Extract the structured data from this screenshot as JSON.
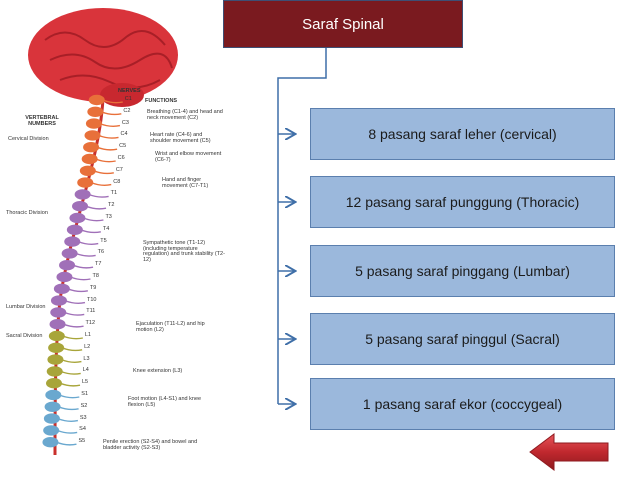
{
  "title": "Saraf Spinal",
  "items": [
    {
      "label": "8 pasang saraf leher (cervical)"
    },
    {
      "label": "12 pasang saraf punggung (Thoracic)"
    },
    {
      "label": "5 pasang saraf pinggang (Lumbar)"
    },
    {
      "label": "5 pasang saraf pinggul (Sacral)"
    },
    {
      "label": "1 pasang saraf ekor (coccygeal)"
    }
  ],
  "figure": {
    "headers": {
      "nerves": "NERVES",
      "functions": "FUNCTIONS",
      "vertebral_numbers": "VERTEBRAL NUMBERS"
    },
    "divisions": {
      "cervical": "Cervical Division",
      "thoracic": "Thoracic Division",
      "lumbar": "Lumbar Division",
      "sacral": "Sacral Division"
    },
    "nerve_labels": [
      "C1",
      "C2",
      "C3",
      "C4",
      "C5",
      "C6",
      "C7",
      "C8",
      "T1",
      "T2",
      "T3",
      "T4",
      "T5",
      "T6",
      "T7",
      "T8",
      "T9",
      "T10",
      "T11",
      "T12",
      "L1",
      "L2",
      "L3",
      "L4",
      "L5",
      "S1",
      "S2",
      "S3",
      "S4",
      "S5"
    ],
    "functions": [
      "Breathing (C1-4) and head and neck movement (C2)",
      "Heart rate (C4-6) and shoulder movement (C5)",
      "Wrist and elbow movement (C6-7)",
      "Hand and finger movement (C7-T1)",
      "Sympathetic tone (T1-12) (including temperature regulation) and trunk stability (T2-12)",
      "Ejaculation (T11-L2) and hip motion (L2)",
      "Knee extension (L3)",
      "Foot motion (L4-S1) and knee flexion (L5)",
      "Penile erection (S2-S4) and bowel and bladder activity (S2-S3)"
    ]
  },
  "colors": {
    "title_bg": "#7a1a1f",
    "item_bg": "#9bb8dc",
    "connector": "#3f6fa8",
    "back_arrow": "#c0282e",
    "brain": "#d9343b",
    "cervical": "#e8703a",
    "thoracic": "#a070b8",
    "lumbar": "#a8a53a",
    "sacral": "#6aa8cf"
  },
  "icons": {
    "back": "left-arrow-icon",
    "connector_arrow": "right-arrow-icon"
  }
}
